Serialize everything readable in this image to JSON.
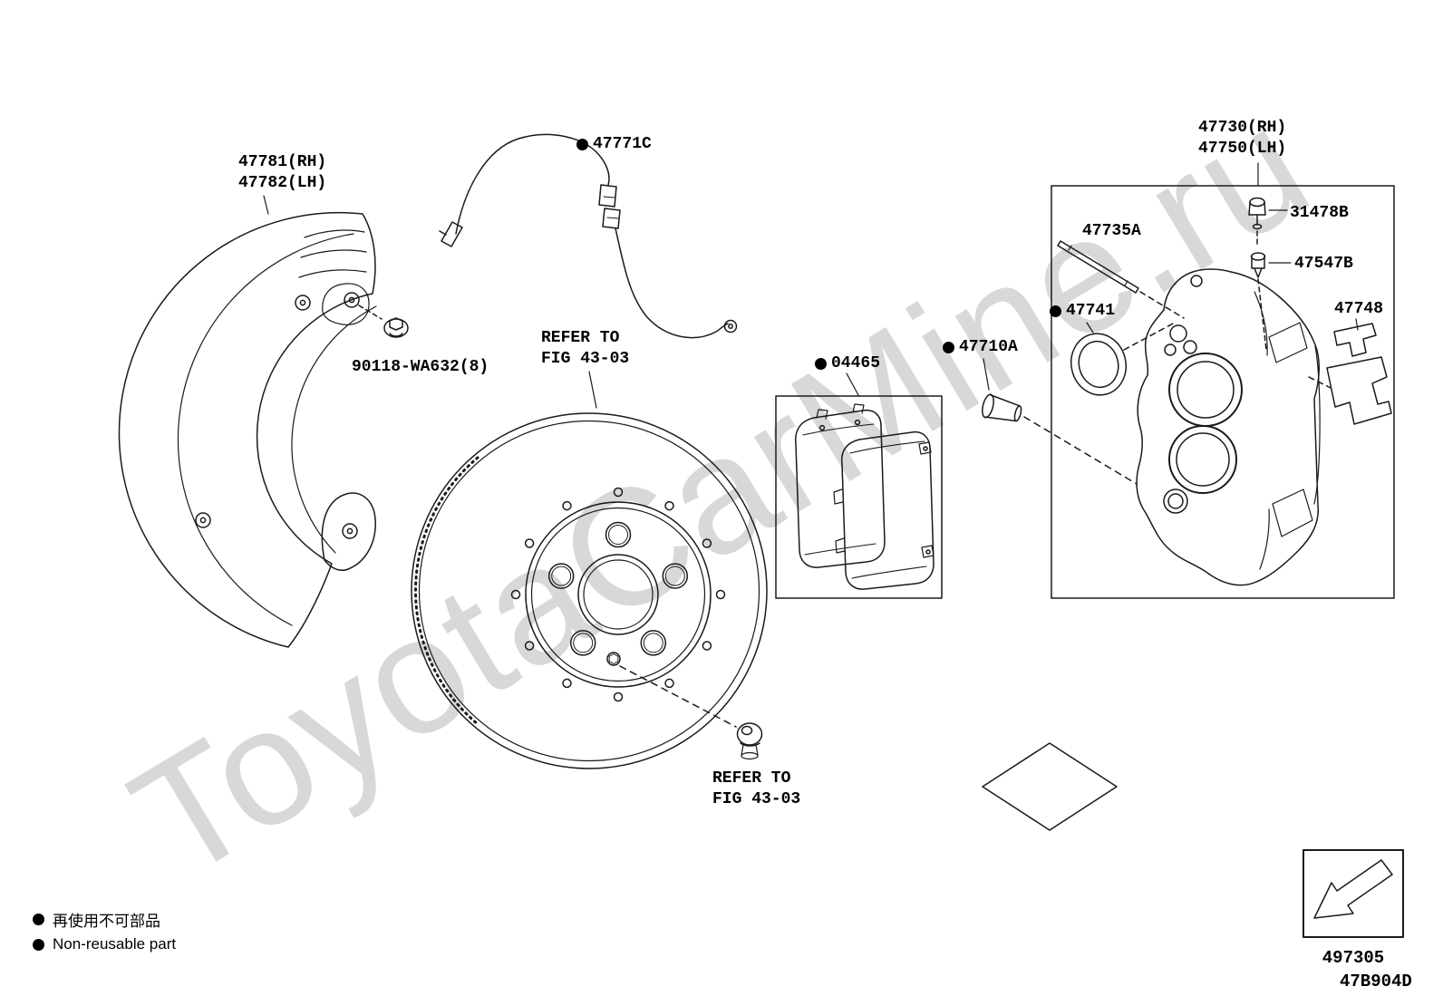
{
  "watermark": "ToyotaCarMine.ru",
  "colors": {
    "line": "#1a1a1a",
    "background": "#ffffff",
    "watermark_gray": "#8f8f8f"
  },
  "icons": {
    "non_reusable_bullet": "filled-circle",
    "corner_arrow": "hollow-arrow-down-left"
  },
  "callouts": {
    "dust_cover": {
      "line1": "47781(RH)",
      "line2": "47782(LH)"
    },
    "wear_sensor_wire": {
      "label": "47771C",
      "non_reusable": true
    },
    "cover_bolt": {
      "label": "90118-WA632(8)"
    },
    "rotor_reference": {
      "line1": "REFER TO",
      "line2": "FIG 43-03"
    },
    "brake_pads_kit": {
      "label": "04465",
      "non_reusable": true
    },
    "pad_pin": {
      "label": "47710A",
      "non_reusable": true
    },
    "slide_pin": {
      "label": "47735A"
    },
    "piston_seal": {
      "label": "47741",
      "non_reusable": true
    },
    "caliper": {
      "line1": "47730(RH)",
      "line2": "47750(LH)"
    },
    "bleeder_plug_cap": {
      "label": "31478B"
    },
    "bleeder_plug": {
      "label": "47547B"
    },
    "pad_support_plate": {
      "label": "47748"
    },
    "set_screw_reference": {
      "line1": "REFER TO",
      "line2": "FIG 43-03"
    }
  },
  "legend": {
    "jp": "再使用不可部品",
    "en": "Non-reusable part"
  },
  "footer": {
    "fig_code": "497305",
    "drawing_code": "47B904D"
  }
}
